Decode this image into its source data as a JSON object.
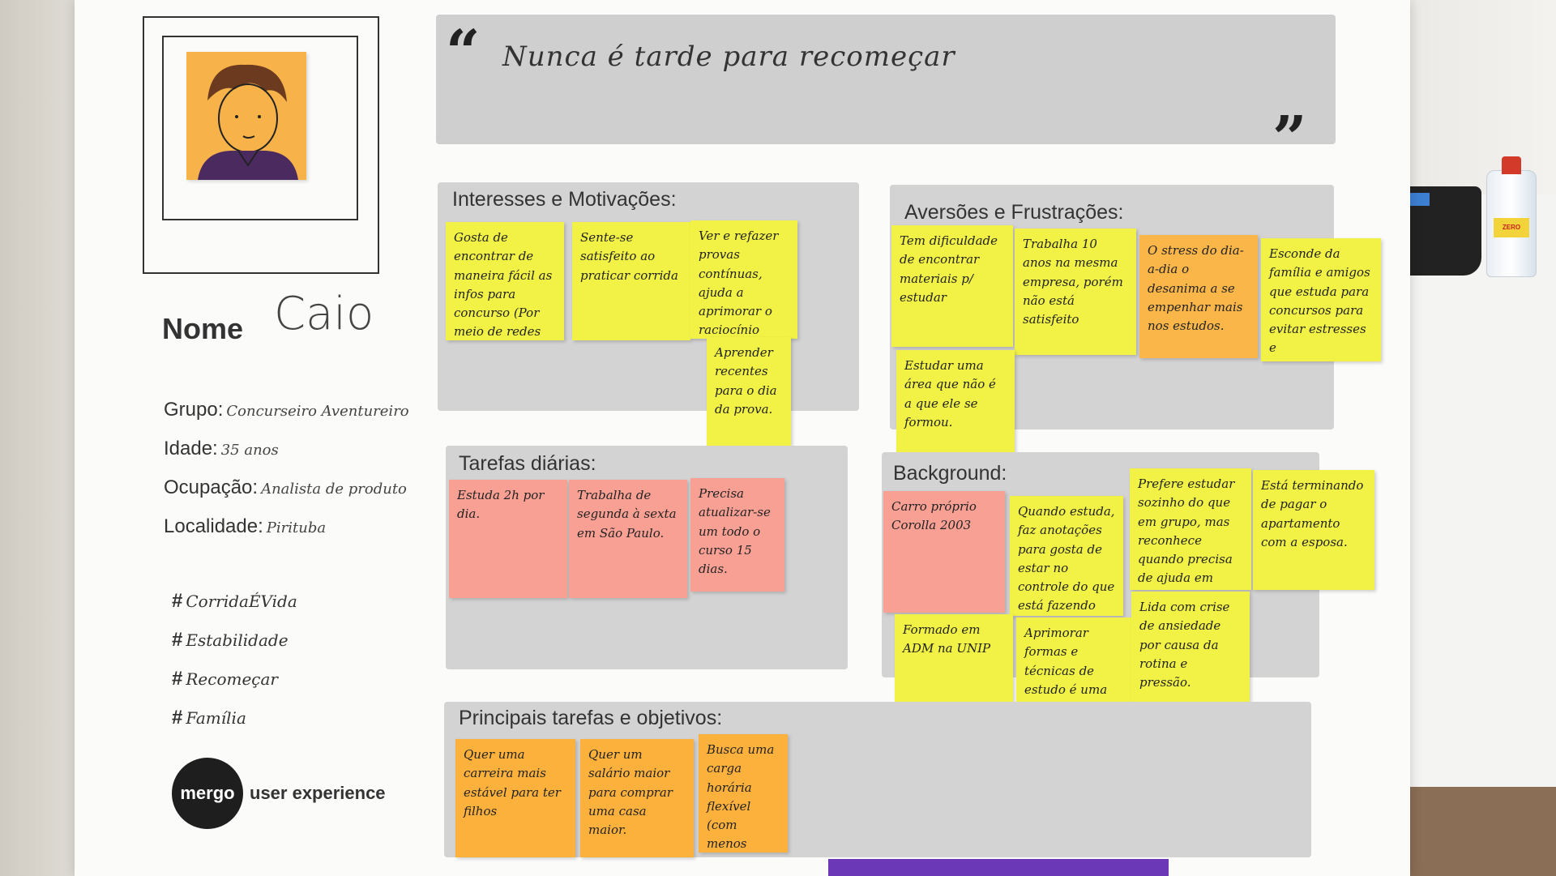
{
  "persona": {
    "nome_label": "Nome",
    "nome_value": "Caio",
    "fields": [
      {
        "label": "Grupo:",
        "value": "Concurseiro Aventureiro"
      },
      {
        "label": "Idade:",
        "value": "35 anos"
      },
      {
        "label": "Ocupação:",
        "value": "Analista de produto"
      },
      {
        "label": "Localidade:",
        "value": "Pirituba"
      }
    ],
    "hashtags": [
      "CorridaÉVida",
      "Estabilidade",
      "Recomeçar",
      "Família"
    ],
    "hash_symbol": "#"
  },
  "logo": {
    "mark": "mergo",
    "text": "user experience"
  },
  "quote": {
    "open": "“",
    "text": "Nunca é tarde para recomeçar",
    "close": "”"
  },
  "sections": {
    "interesses": {
      "title": "Interesses e Motivações:",
      "notes": [
        {
          "text": "Gosta de encontrar de maneira fácil as infos para concurso (Por meio de redes sociais)",
          "color": "yellow"
        },
        {
          "text": "Sente-se satisfeito ao praticar corrida",
          "color": "yellow"
        },
        {
          "text": "Ver e refazer provas contínuas, ajuda a aprimorar o raciocínio voltado para um cenário concursivo",
          "color": "yellow"
        },
        {
          "text": "Aprender recentes para o dia da prova.",
          "color": "yellow"
        }
      ]
    },
    "aversoes": {
      "title": "Aversões e Frustrações:",
      "notes": [
        {
          "text": "Tem dificuldade de encontrar materiais p/ estudar",
          "color": "yellow"
        },
        {
          "text": "Trabalha 10 anos na mesma empresa, porém não está satisfeito",
          "color": "yellow"
        },
        {
          "text": "O stress do dia-a-dia o desanima a se empenhar mais nos estudos.",
          "color": "orange"
        },
        {
          "text": "Esconde da família e amigos que estuda para concursos para evitar estresses e questionamentos.",
          "color": "yellow"
        },
        {
          "text": "Estudar uma área que não é a que ele se formou.",
          "color": "yellow"
        }
      ]
    },
    "tarefas": {
      "title": "Tarefas diárias:",
      "notes": [
        {
          "text": "Estuda 2h por dia.",
          "color": "pink"
        },
        {
          "text": "Trabalha de segunda à sexta em São Paulo.",
          "color": "pink"
        },
        {
          "text": "Precisa atualizar-se um todo o curso 15 dias.",
          "color": "pink"
        }
      ]
    },
    "background": {
      "title": "Background:",
      "notes": [
        {
          "text": "Carro próprio Corolla 2003",
          "color": "pink"
        },
        {
          "text": "Quando estuda, faz anotações para gosta de estar no controle do que está fazendo",
          "color": "yellow"
        },
        {
          "text": "Prefere estudar sozinho do que em grupo, mas reconhece quando precisa de ajuda em matérias difíceis",
          "color": "yellow"
        },
        {
          "text": "Está terminando de pagar o apartamento com a esposa.",
          "color": "yellow"
        },
        {
          "text": "Formado em ADM na UNIP",
          "color": "yellow"
        },
        {
          "text": "Aprimorar formas e técnicas de estudo é uma constante na vida de Caio.",
          "color": "yellow"
        },
        {
          "text": "Lida com crise de ansiedade por causa da rotina e pressão.",
          "color": "yellow"
        }
      ]
    },
    "principais": {
      "title": "Principais tarefas e objetivos:",
      "notes": [
        {
          "text": "Quer uma carreira mais estável para ter filhos",
          "color": "amber"
        },
        {
          "text": "Quer um salário maior para comprar uma casa maior.",
          "color": "amber"
        },
        {
          "text": "Busca uma carga horária flexível (com menos tarefas) para ter mais tempo para lazer.",
          "color": "amber"
        }
      ]
    }
  },
  "colors": {
    "poster": "#fbfbfa",
    "section_bg": "#d3d3d4",
    "yellow_note": "#f1f146",
    "orange_note": "#fbb64a",
    "pink_note": "#f9a095"
  }
}
